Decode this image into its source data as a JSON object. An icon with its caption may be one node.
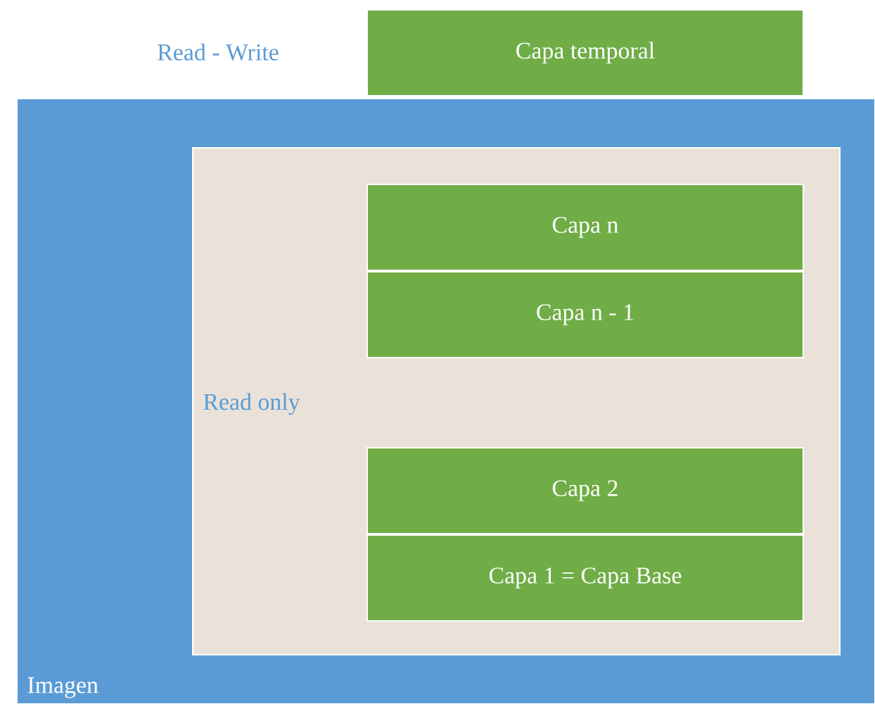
{
  "diagram": {
    "nodes": [
      {
        "text": [
          "Capa temporal"
        ]
      },
      {
        "text": [
          "Imagen"
        ]
      },
      {
        "text": [
          "Read only"
        ],
        "in": 1
      },
      {
        "text": [
          "Capa n"
        ],
        "in": 2
      },
      {
        "text": [
          "Capa n - 1"
        ],
        "in": 2
      },
      {
        "text": [
          "Capa 2"
        ],
        "in": 2
      },
      {
        "text": [
          "Capa 1 = Capa Base"
        ],
        "in": 2
      }
    ],
    "labels": [
      "Read - Write"
    ]
  }
}
